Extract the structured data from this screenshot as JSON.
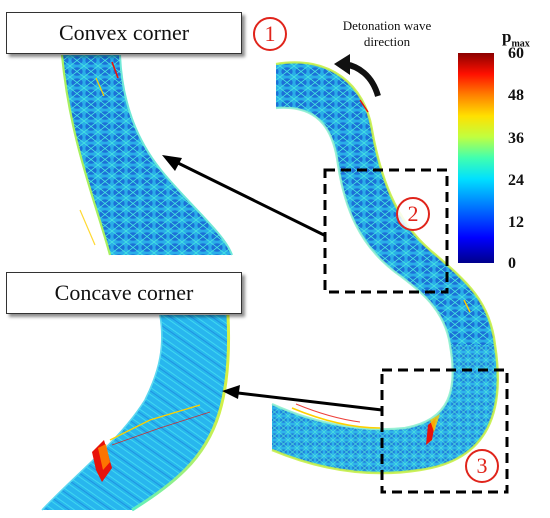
{
  "labels": {
    "convex": "Convex corner",
    "concave": "Concave corner"
  },
  "markers": [
    "1",
    "2",
    "3"
  ],
  "direction": {
    "line1": "Detonation wave",
    "line2": "direction"
  },
  "colorbar": {
    "title_main": "p",
    "title_sub": "max",
    "ticks": [
      "60",
      "48",
      "36",
      "24",
      "12",
      "0"
    ],
    "range": [
      0,
      60
    ],
    "colors": [
      "#00008b",
      "#0000ff",
      "#0080ff",
      "#00e0ff",
      "#40ffb0",
      "#c0ff40",
      "#ffe000",
      "#ff8000",
      "#ff1000",
      "#8b0000"
    ]
  },
  "palette": {
    "field_base": "#22b8f0",
    "field_cyan": "#00e0e8",
    "field_deep": "#1a5fd6",
    "hot_red": "#e8120a",
    "hot_yellow": "#ffe000",
    "arrow": "#000000",
    "dash_box": "#000000"
  }
}
